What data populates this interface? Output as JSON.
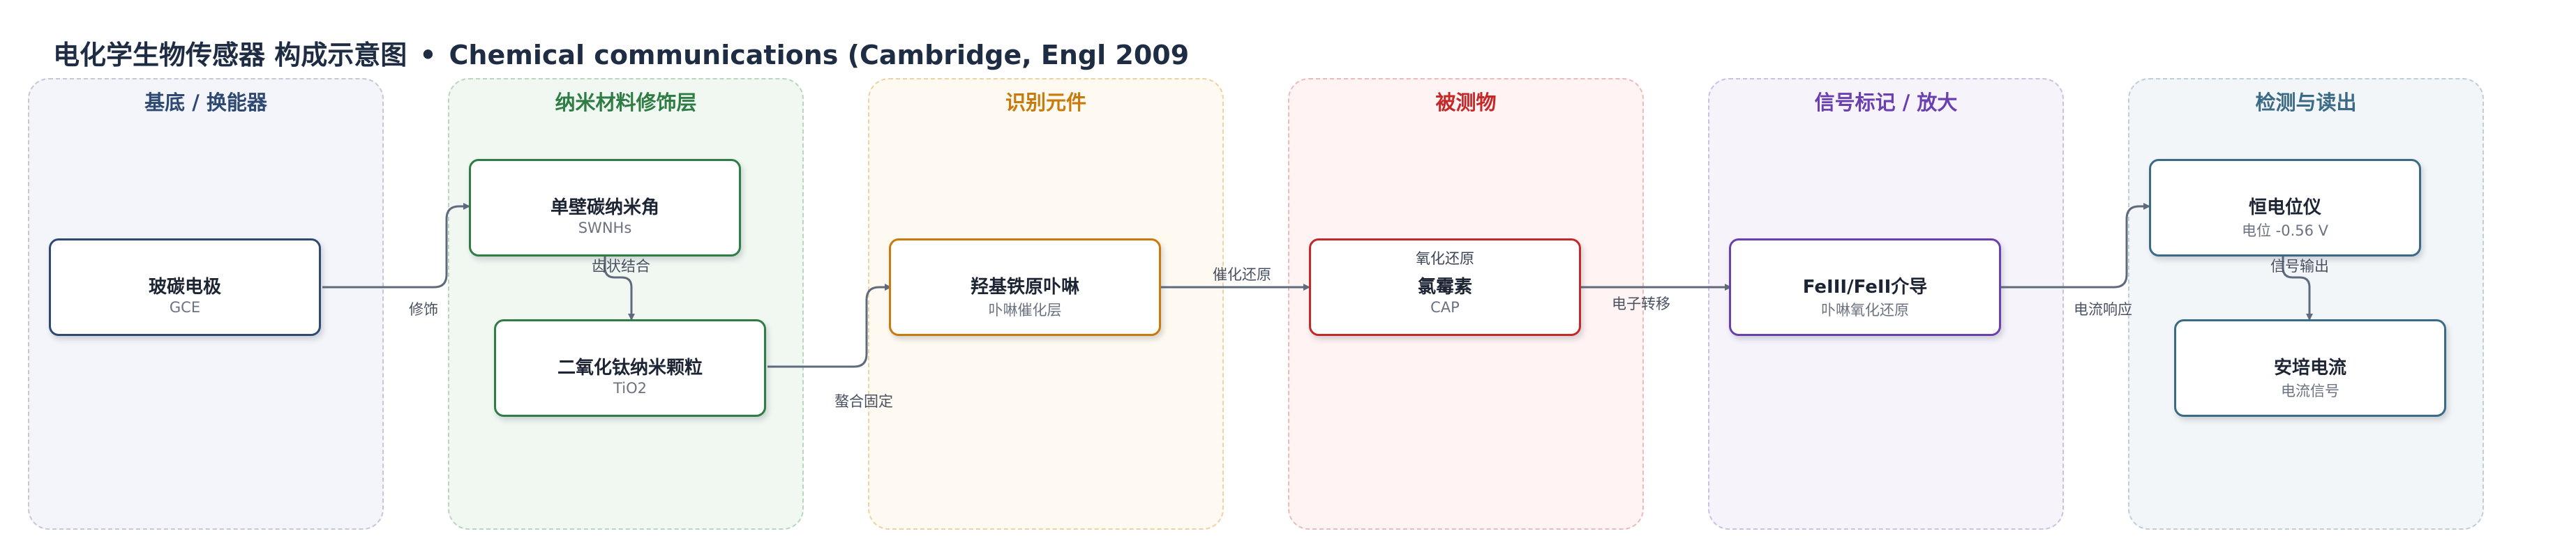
{
  "title": {
    "main": "电化学生物传感器 构成示意图",
    "separator": "•",
    "source": "Chemical communications (Cambridge, Engl 2009"
  },
  "colors": {
    "substrate": "#2e4a73",
    "nano": "#2e7d44",
    "recognition": "#c97a0c",
    "analyte": "#c62828",
    "signal": "#6a3fb0",
    "readout": "#3a6a86",
    "edge": "#5f6b7d"
  },
  "lanes": [
    {
      "title": "基底 / 换能器"
    },
    {
      "title": "纳米材料修饰层"
    },
    {
      "title": "识别元件"
    },
    {
      "title": "被测物"
    },
    {
      "title": "信号标记 / 放大"
    },
    {
      "title": "检测与读出"
    }
  ],
  "nodes": {
    "gce": {
      "label": "玻碳电极",
      "sub": "GCE"
    },
    "swnh": {
      "label": "单壁碳纳米角",
      "sub": "SWNHs"
    },
    "tio2": {
      "label": "二氧化钛纳米颗粒",
      "sub": "TiO2"
    },
    "hemin": {
      "label": "羟基铁原卟啉",
      "sub": "卟啉催化层"
    },
    "cap": {
      "label": "氯霉素",
      "sub": "CAP",
      "top": "氧化还原"
    },
    "fe": {
      "label": "FeIII/FeII介导",
      "sub": "卟啉氧化还原"
    },
    "potentiostat": {
      "label": "恒电位仪",
      "sub": "电位 -0.56 V"
    },
    "current": {
      "label": "安培电流",
      "sub": "电流信号"
    }
  },
  "edges": {
    "modify": "修饰",
    "carry": "齿状结合",
    "chelate": "螯合固定",
    "catalyze": "催化还原",
    "transfer": "电子转移",
    "response": "电流响应",
    "output": "信号输出"
  }
}
